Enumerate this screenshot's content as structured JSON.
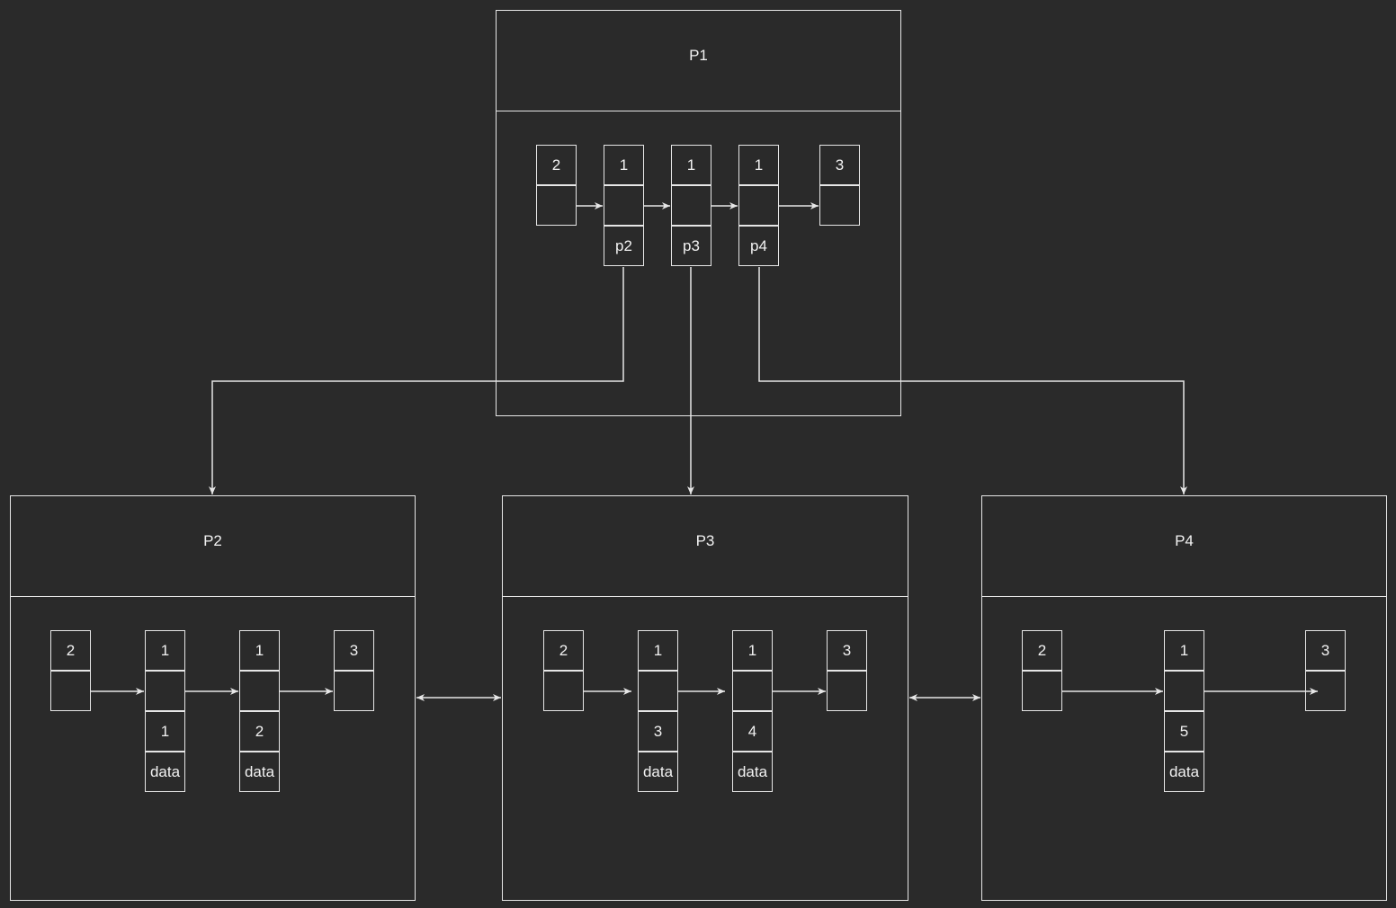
{
  "colors": {
    "background": "#2a2a2a",
    "stroke": "#e6e6e6",
    "text": "#f2f2f2"
  },
  "pages": {
    "p1": {
      "title": "P1",
      "entries": [
        {
          "key": "2",
          "ptr": ""
        },
        {
          "key": "1",
          "ptr": "",
          "child": "p2"
        },
        {
          "key": "1",
          "ptr": "",
          "child": "p3"
        },
        {
          "key": "1",
          "ptr": "",
          "child": "p4"
        },
        {
          "key": "3",
          "ptr": ""
        }
      ]
    },
    "p2": {
      "title": "P2",
      "entries": [
        {
          "key": "2",
          "ptr": ""
        },
        {
          "key": "1",
          "ptr": "",
          "value": "1",
          "data": "data"
        },
        {
          "key": "1",
          "ptr": "",
          "value": "2",
          "data": "data"
        },
        {
          "key": "3",
          "ptr": ""
        }
      ]
    },
    "p3": {
      "title": "P3",
      "entries": [
        {
          "key": "2",
          "ptr": ""
        },
        {
          "key": "1",
          "ptr": "",
          "value": "3",
          "data": "data"
        },
        {
          "key": "1",
          "ptr": "",
          "value": "4",
          "data": "data"
        },
        {
          "key": "3",
          "ptr": ""
        }
      ]
    },
    "p4": {
      "title": "P4",
      "entries": [
        {
          "key": "2",
          "ptr": ""
        },
        {
          "key": "1",
          "ptr": "",
          "value": "5",
          "data": "data"
        },
        {
          "key": "3",
          "ptr": ""
        }
      ]
    }
  }
}
